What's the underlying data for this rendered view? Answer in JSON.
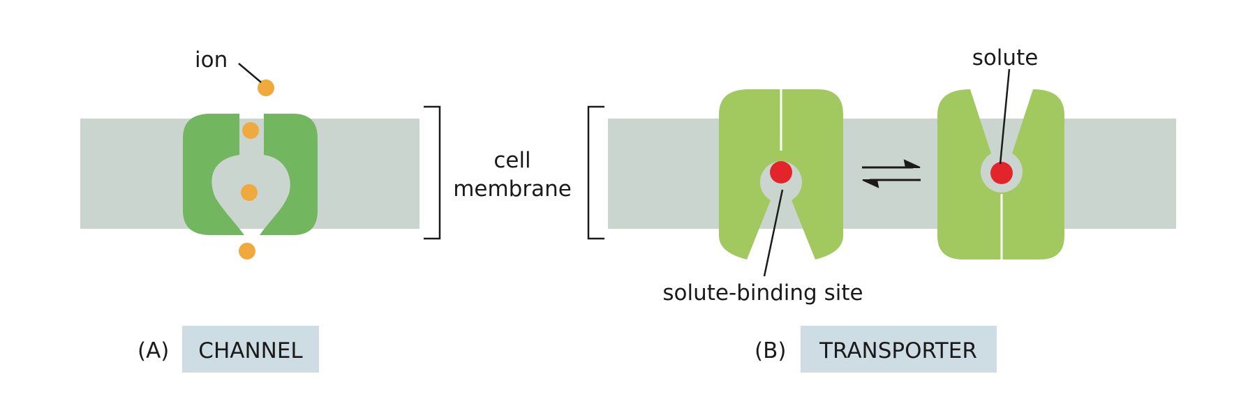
{
  "labels": {
    "ion": "ion",
    "cell_membrane_line1": "cell",
    "cell_membrane_line2": "membrane",
    "solute": "solute",
    "solute_binding_site": "solute-binding site"
  },
  "panels": {
    "a": {
      "letter": "(A)",
      "title": "CHANNEL"
    },
    "b": {
      "letter": "(B)",
      "title": "TRANSPORTER"
    }
  },
  "colors": {
    "membrane": "#cbd5d0",
    "channel_protein": "#73b660",
    "transporter_protein": "#a2c95f",
    "ion": "#f0a93d",
    "solute": "#e1252b",
    "title_box": "#cddde3",
    "text": "#1a1a1a"
  }
}
